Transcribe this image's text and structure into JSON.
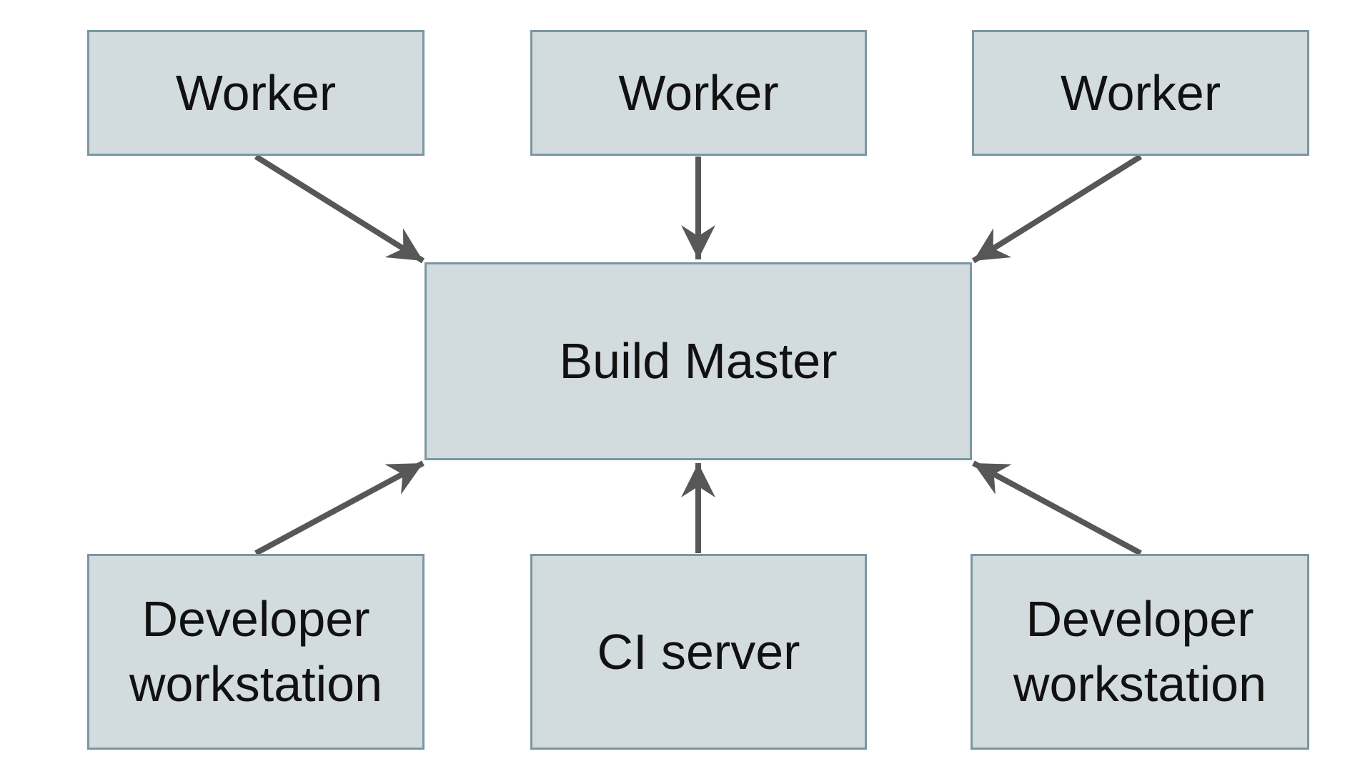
{
  "colors": {
    "background": "#ffffff",
    "box_fill": "#d2dbde",
    "box_border": "#7a97a2",
    "arrow": "#575757",
    "text": "#111111"
  },
  "diagram": {
    "type": "architecture-diagram",
    "nodes": [
      {
        "id": "worker-1",
        "label": "Worker"
      },
      {
        "id": "worker-2",
        "label": "Worker"
      },
      {
        "id": "worker-3",
        "label": "Worker"
      },
      {
        "id": "build-master",
        "label": "Build Master"
      },
      {
        "id": "dev-workstation-left",
        "label": "Developer workstation"
      },
      {
        "id": "ci-server",
        "label": "CI server"
      },
      {
        "id": "dev-workstation-right",
        "label": "Developer workstation"
      }
    ],
    "edges": [
      {
        "from": "worker-1",
        "to": "build-master"
      },
      {
        "from": "worker-2",
        "to": "build-master"
      },
      {
        "from": "worker-3",
        "to": "build-master"
      },
      {
        "from": "dev-workstation-left",
        "to": "build-master"
      },
      {
        "from": "ci-server",
        "to": "build-master"
      },
      {
        "from": "dev-workstation-right",
        "to": "build-master"
      }
    ]
  }
}
